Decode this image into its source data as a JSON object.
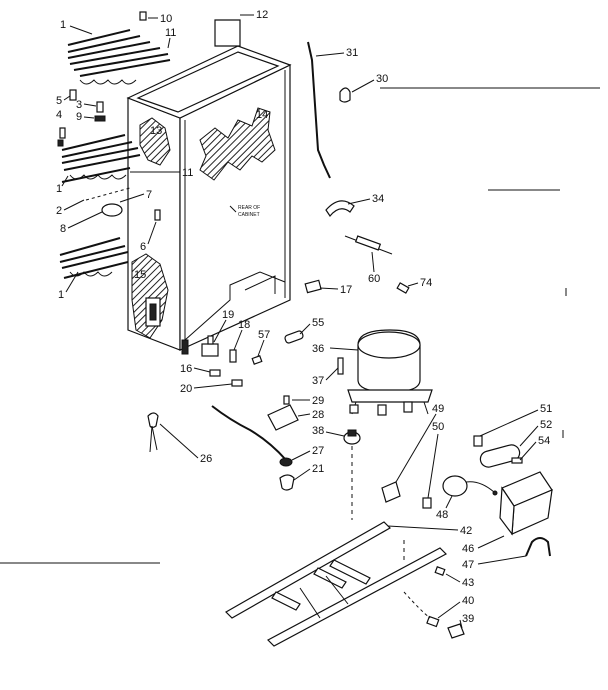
{
  "callouts": [
    {
      "id": "c1a",
      "text": "1"
    },
    {
      "id": "c10",
      "text": "10"
    },
    {
      "id": "c12",
      "text": "12"
    },
    {
      "id": "c11a",
      "text": "11"
    },
    {
      "id": "c31",
      "text": "31"
    },
    {
      "id": "c30",
      "text": "30"
    },
    {
      "id": "c5",
      "text": "5"
    },
    {
      "id": "c3",
      "text": "3"
    },
    {
      "id": "c4",
      "text": "4"
    },
    {
      "id": "c9",
      "text": "9"
    },
    {
      "id": "c13",
      "text": "13"
    },
    {
      "id": "c14",
      "text": "14"
    },
    {
      "id": "c1b",
      "text": "1"
    },
    {
      "id": "c11b",
      "text": "11"
    },
    {
      "id": "c2",
      "text": "2"
    },
    {
      "id": "c7",
      "text": "7"
    },
    {
      "id": "c8",
      "text": "8"
    },
    {
      "id": "c34",
      "text": "34"
    },
    {
      "id": "c6",
      "text": "6"
    },
    {
      "id": "c60",
      "text": "60"
    },
    {
      "id": "c74",
      "text": "74"
    },
    {
      "id": "c1c",
      "text": "1"
    },
    {
      "id": "c15",
      "text": "15"
    },
    {
      "id": "c17",
      "text": "17"
    },
    {
      "id": "c19",
      "text": "19"
    },
    {
      "id": "c18",
      "text": "18"
    },
    {
      "id": "c57",
      "text": "57"
    },
    {
      "id": "c55",
      "text": "55"
    },
    {
      "id": "c36",
      "text": "36"
    },
    {
      "id": "c16",
      "text": "16"
    },
    {
      "id": "c20",
      "text": "20"
    },
    {
      "id": "c37",
      "text": "37"
    },
    {
      "id": "c29",
      "text": "29"
    },
    {
      "id": "c28",
      "text": "28"
    },
    {
      "id": "c38",
      "text": "38"
    },
    {
      "id": "c49",
      "text": "49"
    },
    {
      "id": "c51",
      "text": "51"
    },
    {
      "id": "c50",
      "text": "50"
    },
    {
      "id": "c52",
      "text": "52"
    },
    {
      "id": "c54",
      "text": "54"
    },
    {
      "id": "c26",
      "text": "26"
    },
    {
      "id": "c27",
      "text": "27"
    },
    {
      "id": "c21",
      "text": "21"
    },
    {
      "id": "c48",
      "text": "48"
    },
    {
      "id": "c42",
      "text": "42"
    },
    {
      "id": "c46",
      "text": "46"
    },
    {
      "id": "c47",
      "text": "47"
    },
    {
      "id": "c43",
      "text": "43"
    },
    {
      "id": "c40",
      "text": "40"
    },
    {
      "id": "c39",
      "text": "39"
    }
  ],
  "cabinet_note": {
    "line1": "REAR OF",
    "line2": "CABINET"
  }
}
